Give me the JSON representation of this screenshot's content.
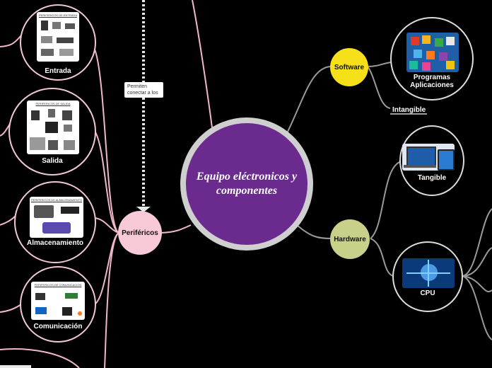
{
  "center": {
    "label": "Equipo eléctronicos y componentes"
  },
  "software": {
    "label": "Software"
  },
  "hardware": {
    "label": "Hardware"
  },
  "perifericos": {
    "label": "Periféricos"
  },
  "programas": {
    "label": "Programas Aplicaciones"
  },
  "intangible": {
    "label": "Intangible"
  },
  "tangible": {
    "label": "Tangible"
  },
  "cpu": {
    "label": "CPU"
  },
  "entrada": {
    "label": "Entrada",
    "image_title": "PERIFERICOS DE ENTRADA"
  },
  "salida": {
    "label": "Salida",
    "image_title": "PERIFERICOS DE SALIDA"
  },
  "almacenamiento": {
    "label": "Almacenamiento",
    "image_title": "PERIFERICOS DE ALMACENAMIENTO"
  },
  "comunicacion": {
    "label": "Comunicación",
    "image_title": "PERIFERICOS DE COMUNICACION"
  },
  "note": {
    "text": "Permiten conectar a los"
  },
  "colors": {
    "center_fill": "#6a2a8e",
    "software": "#f6e01a",
    "hardware": "#c8d08a",
    "perifericos": "#f8c9d6",
    "link_gray": "#9a9a9a",
    "link_pink": "#f0b8c8"
  }
}
